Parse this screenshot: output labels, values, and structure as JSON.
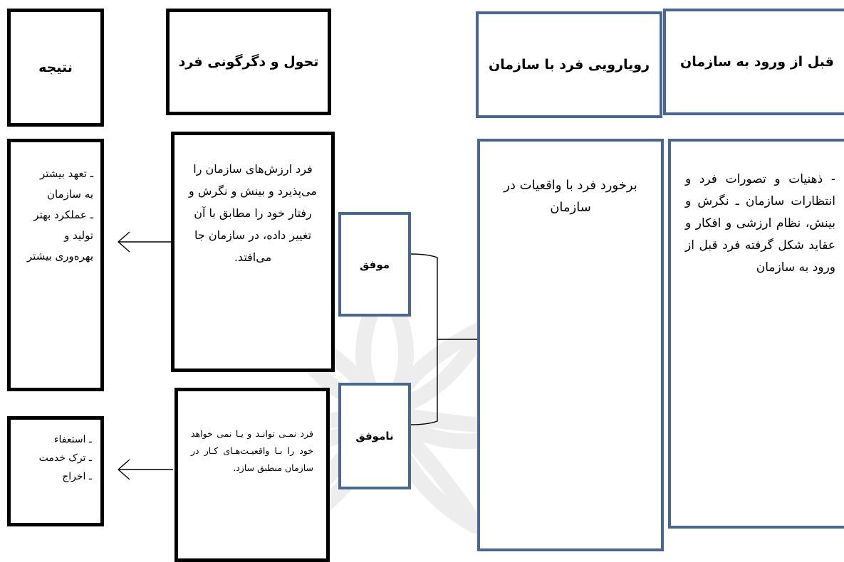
{
  "headers": {
    "result": "نتیجه",
    "transform": "تحول و دگرگونی فرد",
    "encounter": "رویارویی فرد با سازمان",
    "before_entry": "قبل از ورود به سازمان"
  },
  "result_success_lines": [
    "ـ تعهد بیشتر",
    "به سازمان",
    "ـ عملکرد بهتر",
    "تولید و",
    "بهره‌وری بیشتر"
  ],
  "transform_success": "فرد ارزش‌های سازمان را می‌پذیرد و بینش و نگرش و رفتار خود را مطابق با آن تغییر داده، در سازمان جا می‌افتد.",
  "outcome_success": "موفق",
  "outcome_failure": "ناموفق",
  "encounter_text": "برخورد فرد با واقعیات در سازمان",
  "before_entry_text": "- ذهنیات و تصورات فرد و انتظارات سازمان ـ نگرش و بینش، نظام ارزشی و افکار و عقاید شکل گرفته فرد قبل از ورود به سازمان",
  "transform_failure": "فرد نمـی توانـد و یـا نمی خواهد خود را بـا واقعیـت‌هـای کـار در سازمان منطبق سازد.",
  "result_failure_lines": [
    "ـ استعفاء",
    "ـ ترک خدمت",
    "ـ اخراج"
  ],
  "colors": {
    "blue_border": "#4a6790",
    "black_border": "#000000",
    "watermark": "#9a9a9a"
  }
}
